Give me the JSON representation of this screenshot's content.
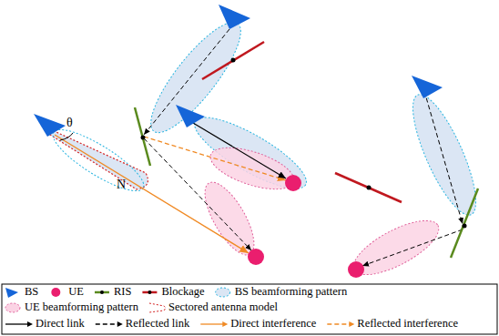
{
  "diagram": {
    "labels": [
      "θ",
      "N"
    ],
    "legend": [
      {
        "text": "BS"
      },
      {
        "text": "UE"
      },
      {
        "text": "RIS"
      },
      {
        "text": "Blockage"
      },
      {
        "text": "BS beamforming pattern"
      },
      {
        "text": "UE beamforming pattern"
      },
      {
        "text": "Sectored antenna model"
      },
      {
        "text": "Direct link"
      },
      {
        "text": "Reflected link"
      },
      {
        "text": "Direct interference"
      },
      {
        "text": "Reflected interference"
      }
    ]
  }
}
